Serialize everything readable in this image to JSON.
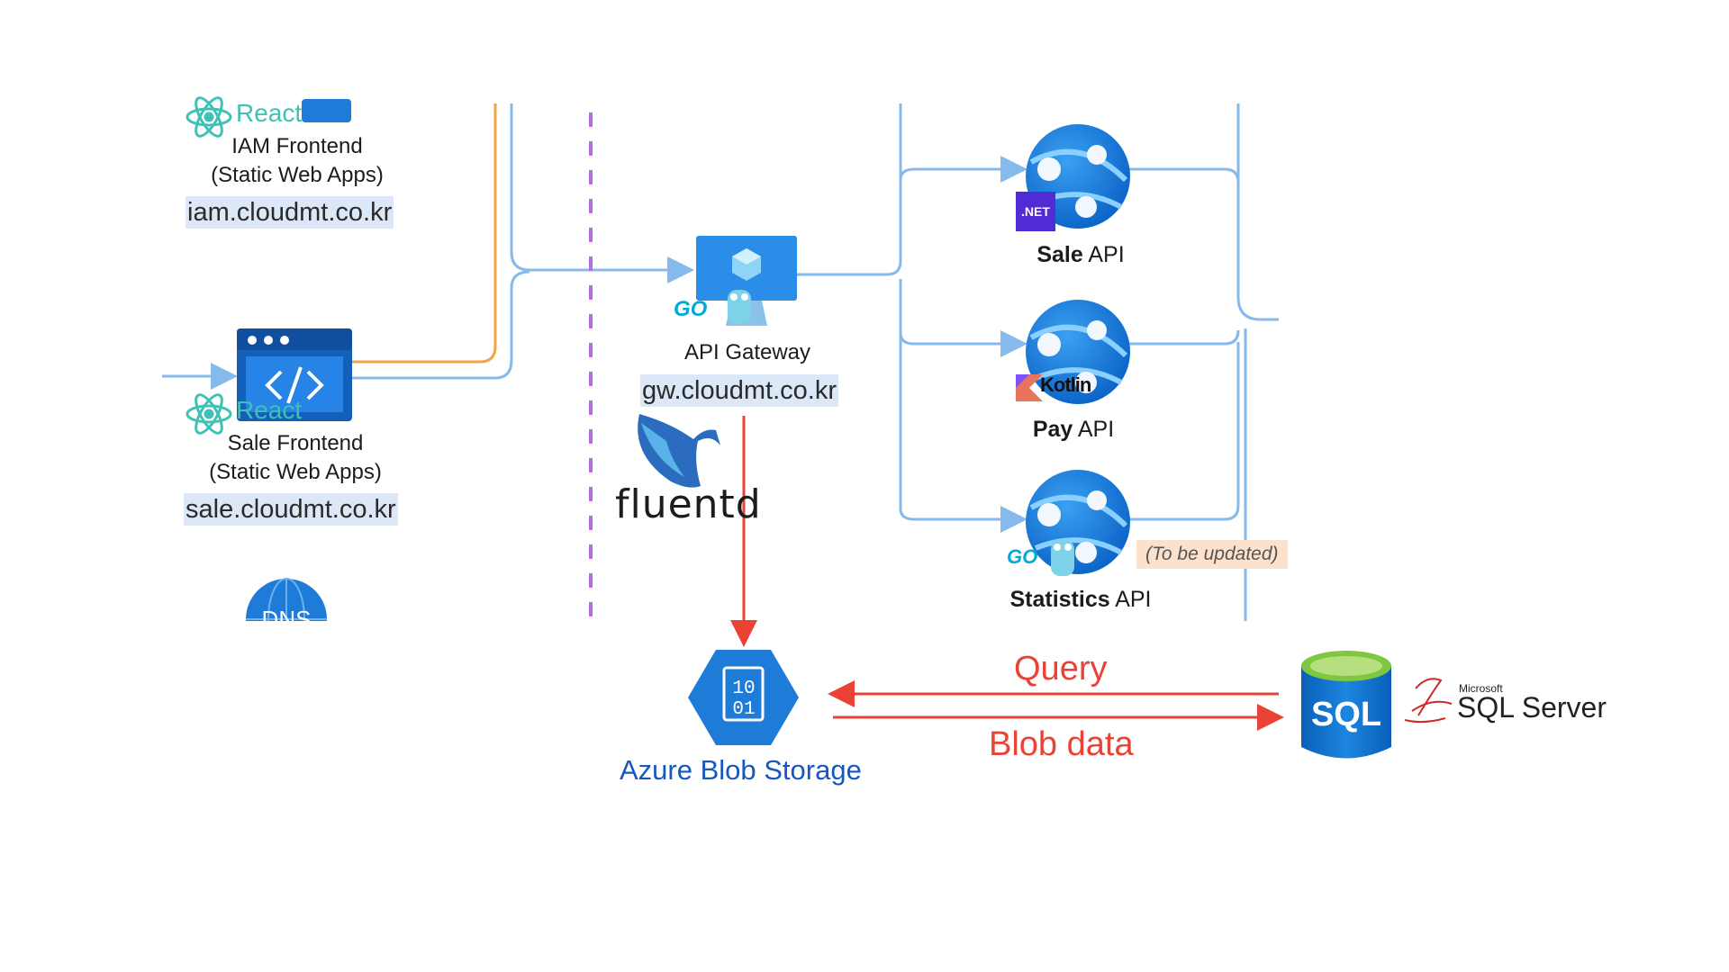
{
  "frontends": {
    "iam": {
      "react_label": "React",
      "name": "IAM Frontend",
      "type": "(Static Web Apps)",
      "host": "iam.cloudmt.co.kr"
    },
    "sale": {
      "react_label": "React",
      "name": "Sale Frontend",
      "type": "(Static Web Apps)",
      "host": "sale.cloudmt.co.kr"
    },
    "dns_label": "DNS"
  },
  "gateway": {
    "lang_badge": "GO",
    "name": "API Gateway",
    "host": "gw.cloudmt.co.kr",
    "logging": "fluentd"
  },
  "apis": [
    {
      "bold": "Sale",
      "rest": " API",
      "badge": ".NET"
    },
    {
      "bold": "Pay",
      "rest": " API",
      "badge": "Kotlin"
    },
    {
      "bold": "Statistics",
      "rest": " API",
      "badge": "GO",
      "note": "(To be updated)"
    }
  ],
  "storage": {
    "blob_label": "Azure Blob Storage",
    "blob_icon_text_1": "10",
    "blob_icon_text_2": "01",
    "query_label": "Query",
    "blob_data_label": "Blob data",
    "sql_icon_text": "SQL",
    "mssql_small": "Microsoft",
    "mssql_big": "SQL Server"
  },
  "colors": {
    "flow_blue": "#86b9ec",
    "orange_line": "#f4a244",
    "divider_purple": "#b36bf0",
    "red_arrow": "#ea4335",
    "azure_blue": "#1e7cd8",
    "dotnet_purple": "#512bd4"
  },
  "icons": [
    "react-icon",
    "static-web-app-icon",
    "dns-icon",
    "api-gateway-icon",
    "fluentd-bird-icon",
    "app-service-globe-icon",
    "azure-blob-icon",
    "sql-database-icon",
    "sql-server-logo-icon"
  ]
}
